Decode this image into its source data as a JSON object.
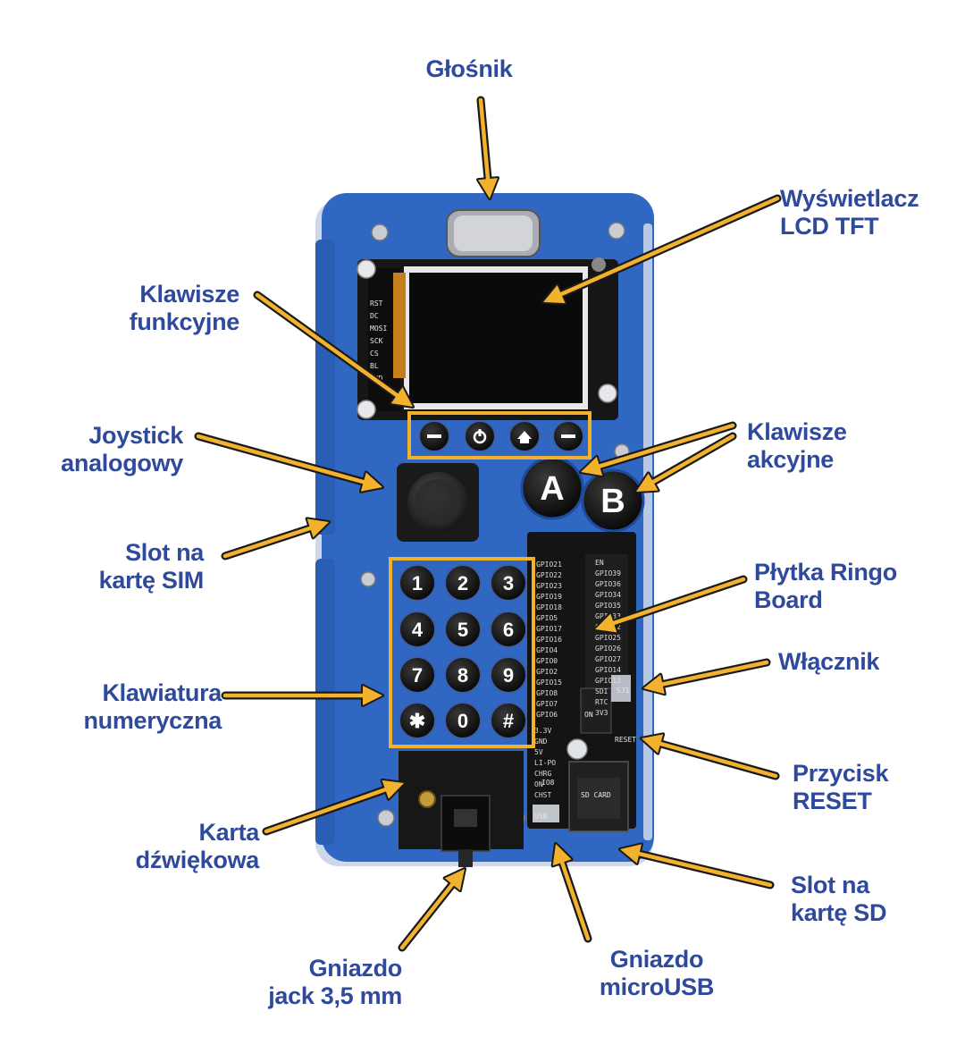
{
  "labels": {
    "speaker": [
      "Głośnik"
    ],
    "display": [
      "Wyświetlacz",
      "LCD TFT"
    ],
    "function_keys": [
      "Klawisze",
      "funkcyjne"
    ],
    "joystick": [
      "Joystick",
      "analogowy"
    ],
    "action_keys": [
      "Klawisze",
      "akcyjne"
    ],
    "sim_slot": [
      "Slot na",
      "kartę SIM"
    ],
    "ringo_board": [
      "Płytka Ringo",
      "Board"
    ],
    "power_switch": [
      "Włącznik"
    ],
    "numpad": [
      "Klawiatura",
      "numeryczna"
    ],
    "reset_button": [
      "Przycisk",
      "RESET"
    ],
    "sound_card": [
      "Karta",
      "dźwiękowa"
    ],
    "sd_slot": [
      "Slot na",
      "kartę SD"
    ],
    "jack": [
      "Gniazdo",
      "jack 3,5 mm"
    ],
    "microusb": [
      "Gniazdo",
      "microUSB"
    ]
  },
  "device": {
    "action_buttons": [
      "A",
      "B"
    ],
    "numpad_keys": [
      "1",
      "2",
      "3",
      "4",
      "5",
      "6",
      "7",
      "8",
      "9",
      "✱",
      "0",
      "#"
    ],
    "display_pins": [
      "RST",
      "DC",
      "MOSI",
      "SCK",
      "CS",
      "BL",
      "GND"
    ],
    "board_pins_left": [
      "GPIO21",
      "GPIO22",
      "GPIO23",
      "GPIO19",
      "GPIO18",
      "GPIO5",
      "GPIO17",
      "GPIO16",
      "GPIO4",
      "GPIO0",
      "GPIO2",
      "GPIO15",
      "GPIO8",
      "GPIO7",
      "GPIO6"
    ],
    "board_pins_right": [
      "EN",
      "GPIO39",
      "GPIO36",
      "GPIO34",
      "GPIO35",
      "GPIO33",
      "GPIO32",
      "GPIO25",
      "GPIO26",
      "GPIO27",
      "GPIO14",
      "GPIO12",
      "SDI",
      "RTC",
      "3V3"
    ],
    "power_labels": [
      "3.3V",
      "GND",
      "5V",
      "LI-PO",
      "CHRG",
      "ON",
      "CHST"
    ],
    "board_text": [
      "ON",
      "SJ1",
      "RESET",
      "SD CARD",
      "USB",
      "IO8"
    ]
  },
  "colors": {
    "label_text": "#2f4a9c",
    "callout_fill": "#f2b22e",
    "callout_outline": "#1a1a1a",
    "case_blue": "#2f67c2",
    "case_blue_dark": "#1f4c9a",
    "pcb_black": "#141414",
    "highlight_box": "#f2b22e"
  }
}
